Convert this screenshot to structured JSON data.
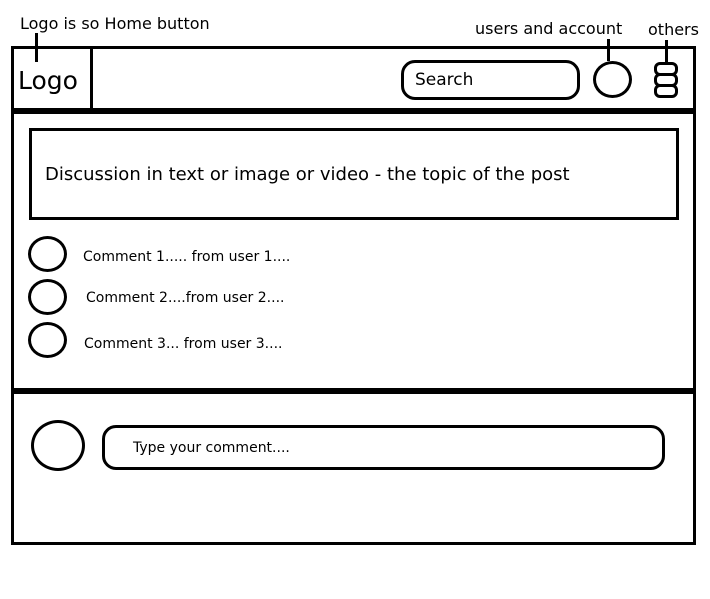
{
  "annotations": {
    "logo_note": "Logo is so Home button",
    "users_note": "users and account",
    "others_note": "others"
  },
  "header": {
    "logo": "Logo",
    "search_placeholder": "Search",
    "account_icon": "user-circle",
    "menu_icon": "stack-menu"
  },
  "post": {
    "topic": "Discussion in text or image or video - the topic of the post"
  },
  "comments": [
    {
      "text": "Comment 1..... from user 1...."
    },
    {
      "text": "Comment 2....from user 2...."
    },
    {
      "text": "Comment 3... from user 3...."
    }
  ],
  "composer": {
    "placeholder": "Type your comment...."
  }
}
